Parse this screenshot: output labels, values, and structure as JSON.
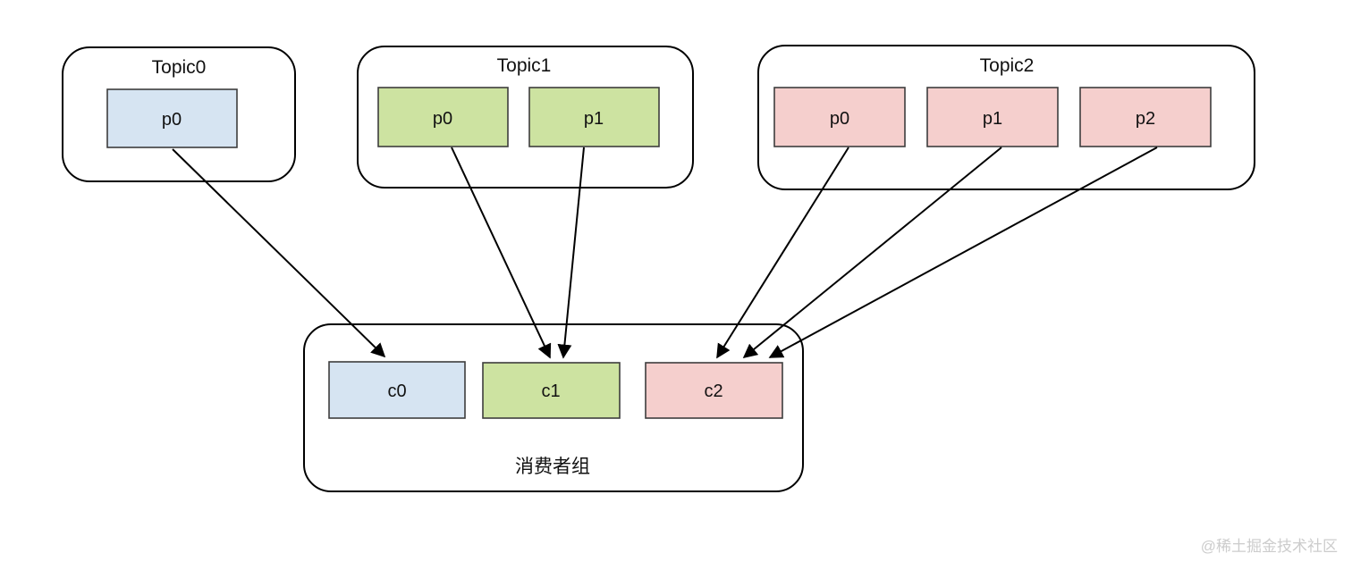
{
  "diagram": {
    "topics": [
      {
        "title": "Topic0",
        "fill": "#d6e4f2",
        "partitions": [
          {
            "label": "p0"
          }
        ]
      },
      {
        "title": "Topic1",
        "fill": "#cde3a1",
        "partitions": [
          {
            "label": "p0"
          },
          {
            "label": "p1"
          }
        ]
      },
      {
        "title": "Topic2",
        "fill": "#f5cfcd",
        "partitions": [
          {
            "label": "p0"
          },
          {
            "label": "p1"
          },
          {
            "label": "p2"
          }
        ]
      }
    ],
    "consumer_group": {
      "label": "消费者组",
      "consumers": [
        {
          "label": "c0",
          "fill": "#d6e4f2"
        },
        {
          "label": "c1",
          "fill": "#cde3a1"
        },
        {
          "label": "c2",
          "fill": "#f5cfcd"
        }
      ]
    },
    "edges": [
      {
        "from": "Topic0.p0",
        "to": "c0"
      },
      {
        "from": "Topic1.p0",
        "to": "c1"
      },
      {
        "from": "Topic1.p1",
        "to": "c1"
      },
      {
        "from": "Topic2.p0",
        "to": "c2"
      },
      {
        "from": "Topic2.p1",
        "to": "c2"
      },
      {
        "from": "Topic2.p2",
        "to": "c2"
      }
    ]
  },
  "style": {
    "background": "#ffffff",
    "box_stroke": "#000000",
    "partition_stroke": "#3d3d3d",
    "arrow_color": "#000000"
  },
  "watermark": {
    "text": "@稀土掘金技术社区",
    "color": "#cccccc"
  }
}
